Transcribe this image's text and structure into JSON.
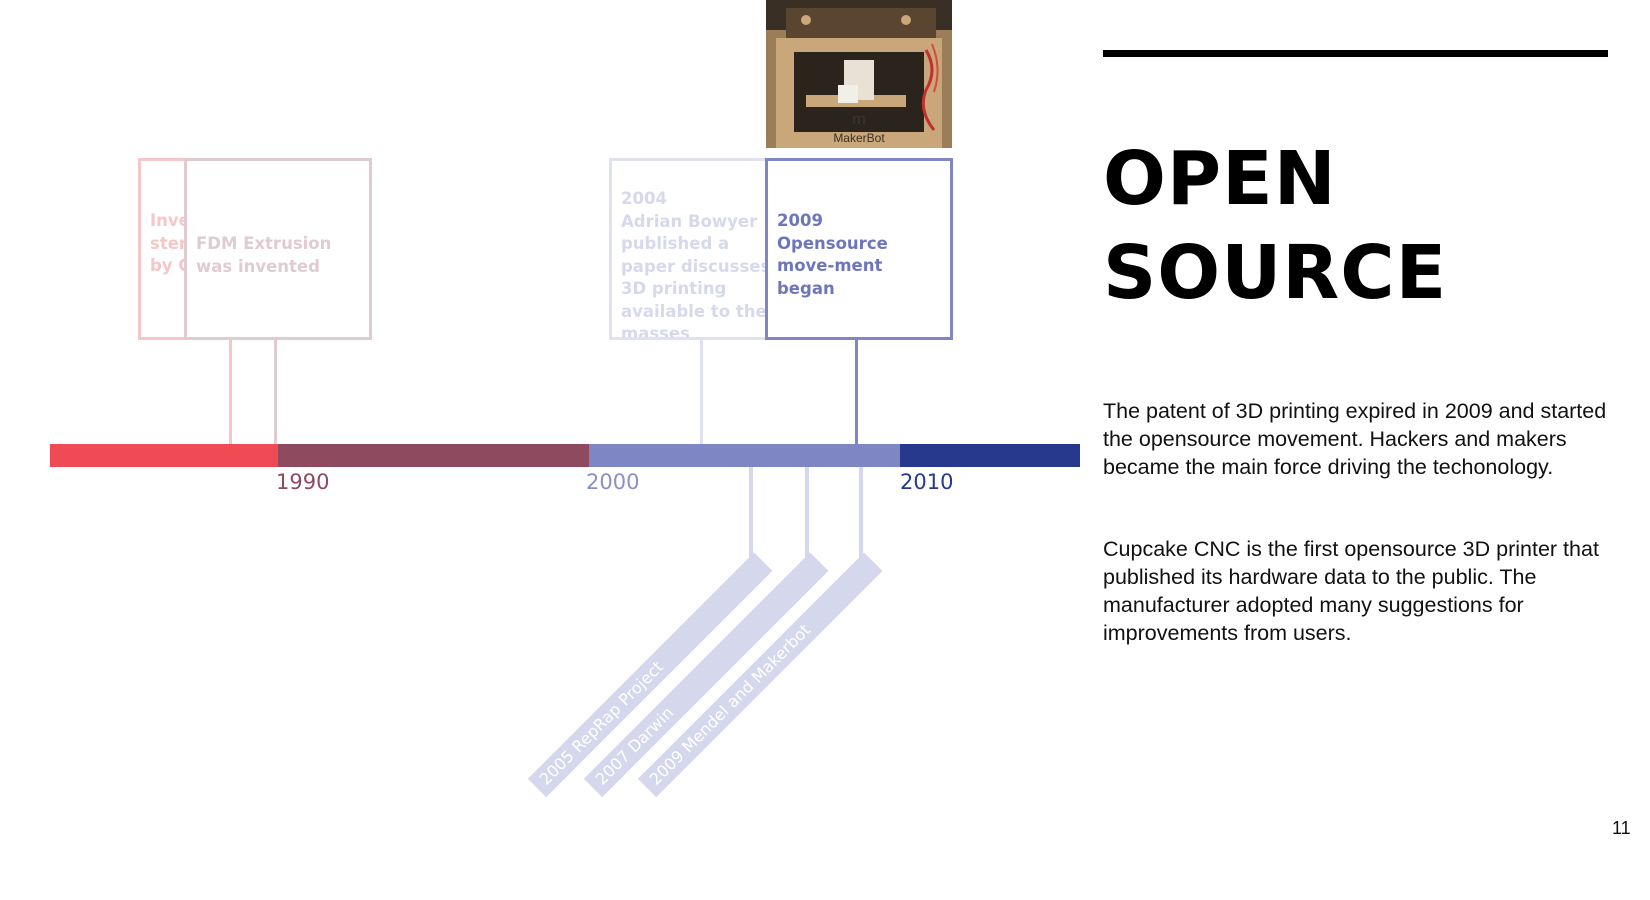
{
  "timeline": {
    "years": [
      "1990",
      "2000",
      "2010"
    ],
    "colors": {
      "segment_red": "#f04a55",
      "segment_maroon": "#8e4a5e",
      "segment_periwinkle": "#7e86c4",
      "segment_navy": "#26398c"
    },
    "events": [
      {
        "lines": [
          "Inve",
          "stere",
          "by C"
        ]
      },
      {
        "text": "FDM Extrusion was invented"
      },
      {
        "year": "2004",
        "text": "Adrian Bowyer published a paper discusses 3D printing available to the masses"
      },
      {
        "year": "2009",
        "text": "Opensource move-ment began"
      }
    ],
    "lower_labels": [
      "2005 RepRap Project",
      "2007 Darwin",
      "2009 Mendel and Makerbot"
    ]
  },
  "photo": {
    "brand_text": "MakerBot"
  },
  "title_lines": [
    "OPEN",
    "SOURCE"
  ],
  "paragraphs": [
    "The patent of 3D printing expired in 2009 and started the opensource movement. Hackers and makers became the main force driving the techonology.",
    "Cupcake CNC is the first opensource 3D printer that published its hardware data to the public. The manufacturer adopted many suggestions for improvements from users."
  ],
  "page_number": "11"
}
